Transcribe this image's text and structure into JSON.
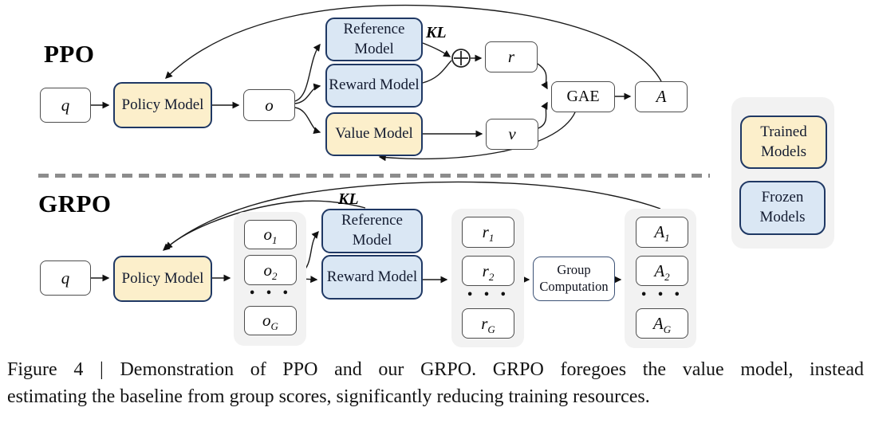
{
  "ppo": {
    "section_label": "PPO",
    "kl_label": "KL",
    "nodes": {
      "q": {
        "base": "q",
        "sub": ""
      },
      "policy": "Policy Model",
      "o": {
        "base": "o",
        "sub": ""
      },
      "reference": "Reference Model",
      "reward": "Reward Model",
      "value": "Value Model",
      "r": {
        "base": "r",
        "sub": ""
      },
      "v": {
        "base": "v",
        "sub": ""
      },
      "gae": "GAE",
      "A": {
        "base": "A",
        "sub": ""
      }
    }
  },
  "grpo": {
    "section_label": "GRPO",
    "kl_label": "KL",
    "nodes": {
      "q": {
        "base": "q",
        "sub": ""
      },
      "policy": "Policy Model",
      "o1": {
        "base": "o",
        "sub": "1"
      },
      "o2": {
        "base": "o",
        "sub": "2"
      },
      "o_dots": "• • •",
      "oG": {
        "base": "o",
        "sub": "G"
      },
      "reference": "Reference Model",
      "reward": "Reward Model",
      "r1": {
        "base": "r",
        "sub": "1"
      },
      "r2": {
        "base": "r",
        "sub": "2"
      },
      "r_dots": "• • •",
      "rG": {
        "base": "r",
        "sub": "G"
      },
      "group_computation": "Group Computation",
      "A1": {
        "base": "A",
        "sub": "1"
      },
      "A2": {
        "base": "A",
        "sub": "2"
      },
      "A_dots": "• • •",
      "AG": {
        "base": "A",
        "sub": "G"
      }
    }
  },
  "legend": {
    "trained": "Trained Models",
    "frozen": "Frozen Models"
  },
  "caption": {
    "line1": "Figure 4 | Demonstration of PPO and our GRPO. GRPO foregoes the value model, instead",
    "line2": "estimating the baseline from group scores, significantly reducing training resources."
  },
  "colors": {
    "trained_fill": "#FCEFCB",
    "frozen_fill": "#DAE7F4",
    "model_border": "#1F3864",
    "panel_fill": "#F2F2F2",
    "arrow": "#1a1a1a"
  }
}
